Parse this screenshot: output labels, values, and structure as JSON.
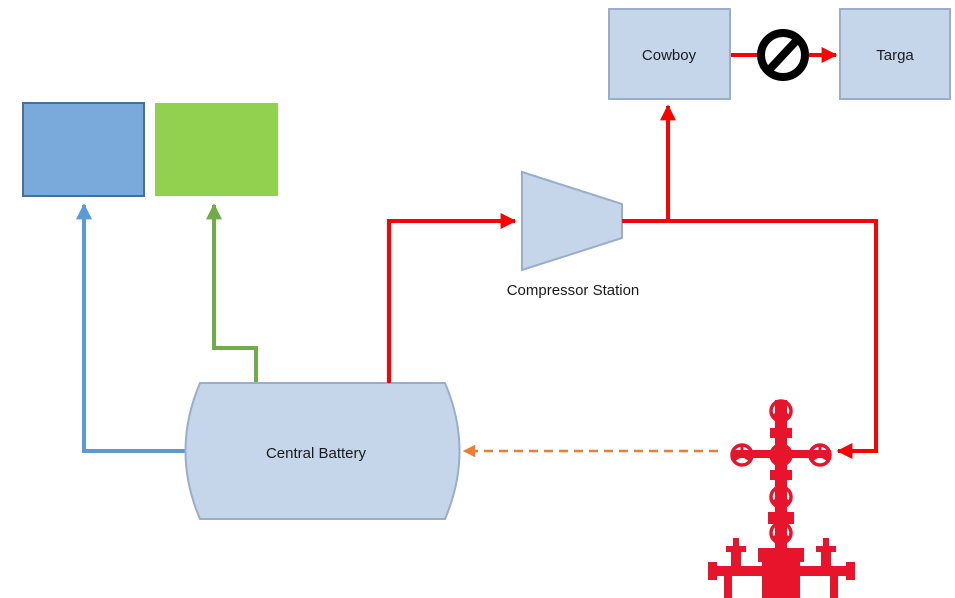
{
  "nodes": {
    "cowboy": {
      "label": "Cowboy"
    },
    "targa": {
      "label": "Targa"
    },
    "compressor": {
      "label": "Compressor Station"
    },
    "battery": {
      "label": "Central Battery"
    },
    "oil_tank": {
      "label": ""
    },
    "water_tank": {
      "label": ""
    }
  },
  "icons": {
    "blocked": "no-entry-icon",
    "wellhead": "wellhead-icon"
  },
  "colors": {
    "gas_line": "#ff0000",
    "oil_line": "#5b9bd5",
    "water_line": "#70ad47",
    "return_line": "#ed7d31",
    "node_fill": "#c5d5ea",
    "node_stroke": "#9aaecb",
    "oil_tank_fill": "#7aaadc",
    "water_tank_fill": "#92d050",
    "wellhead": "#e8142c"
  }
}
